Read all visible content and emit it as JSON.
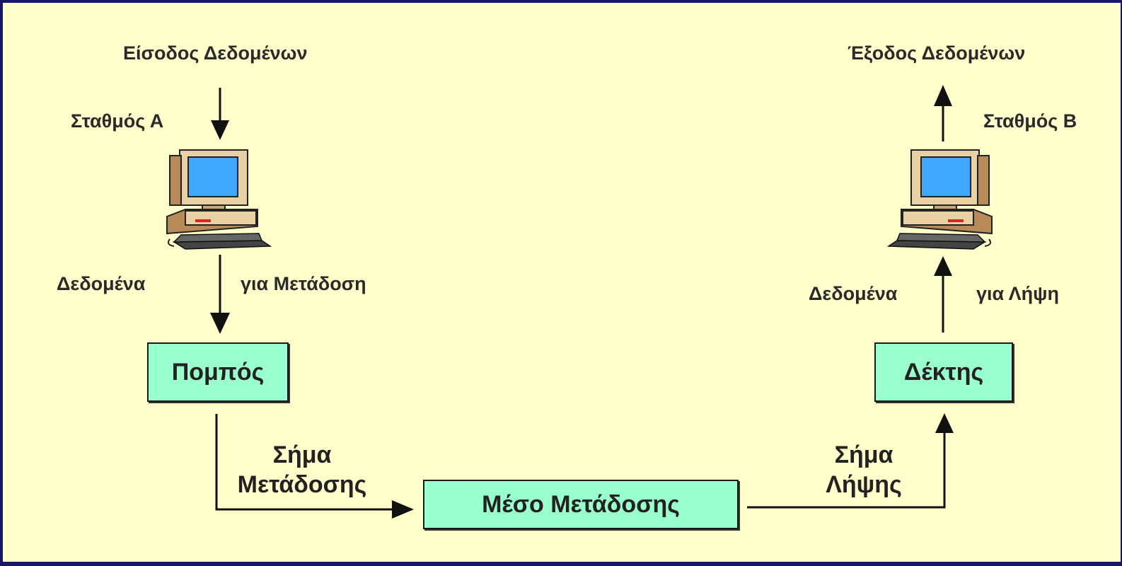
{
  "station_a": {
    "input_label": "Είσοδος Δεδομένων",
    "station_label": "Σταθμός Α",
    "data_label_left": "Δεδομένα",
    "data_label_right": "για Μετάδοση"
  },
  "station_b": {
    "output_label": "Έξοδος Δεδομένων",
    "station_label": "Σταθμός Β",
    "data_label_left": "Δεδομένα",
    "data_label_right": "για Λήψη"
  },
  "boxes": {
    "transmitter": "Πομπός",
    "receiver": "Δέκτης",
    "medium": "Μέσο Μετάδοσης"
  },
  "signals": {
    "transmit_line1": "Σήμα",
    "transmit_line2": "Μετάδοσης",
    "receive_line1": "Σήμα",
    "receive_line2": "Λήψης"
  },
  "colors": {
    "background": "#ffffcc",
    "frame": "#16166e",
    "box_fill": "#99ffcc",
    "arrow": "#111111",
    "screen": "#3fa7ff"
  },
  "icons": [
    "computer-icon",
    "computer-icon"
  ]
}
